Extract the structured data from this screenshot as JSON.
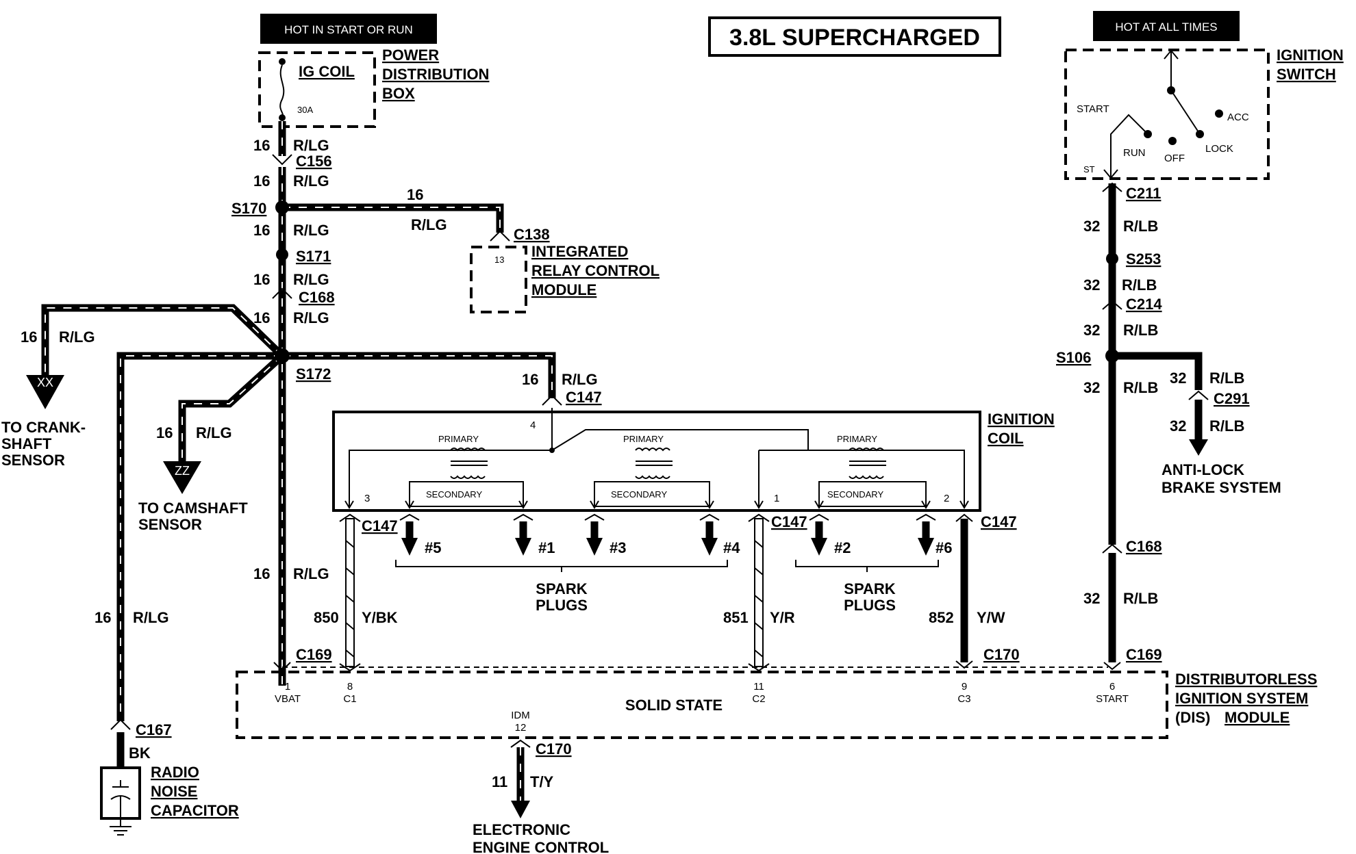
{
  "title": "3.8L SUPERCHARGED",
  "banners": {
    "hot_start_run": "HOT IN START OR RUN",
    "hot_all_times": "HOT AT ALL TIMES"
  },
  "pdb": {
    "fuse_label": "IG COIL",
    "fuse_rating": "30A",
    "name1": "POWER",
    "name2": "DISTRIBUTION",
    "name3": "BOX"
  },
  "ignition_switch": {
    "name1": "IGNITION",
    "name2": "SWITCH",
    "start": "START",
    "run": "RUN",
    "off": "OFF",
    "lock": "LOCK",
    "acc": "ACC",
    "st": "ST"
  },
  "irc": {
    "pin": "13",
    "name1": "INTEGRATED",
    "name2": "RELAY CONTROL",
    "name3": "MODULE"
  },
  "coil": {
    "name1": "IGNITION",
    "name2": "COIL",
    "primary": "PRIMARY",
    "secondary": "SECONDARY",
    "pin4": "4",
    "pin3": "3",
    "pin1": "1",
    "pin2": "2"
  },
  "plugs": {
    "p5": "#5",
    "p1": "#1",
    "p3": "#3",
    "p4": "#4",
    "p2": "#2",
    "p6": "#6",
    "label1": "SPARK",
    "label2": "PLUGS"
  },
  "module": {
    "name1": "DISTRIBUTORLESS",
    "name2": "IGNITION SYSTEM",
    "name3_pre": "(DIS)",
    "name3": "MODULE",
    "center": "SOLID STATE",
    "pin1_num": "1",
    "pin1_name": "VBAT",
    "pin8_num": "8",
    "pin8_name": "C1",
    "pin11_num": "11",
    "pin11_name": "C2",
    "pin9_num": "9",
    "pin9_name": "C3",
    "pin6_num": "6",
    "pin6_name": "START",
    "pin12_name": "IDM",
    "pin12_num": "12"
  },
  "connectors": {
    "c156": "C156",
    "c138": "C138",
    "c168": "C168",
    "c147": "C147",
    "c169": "C169",
    "c170": "C170",
    "c167": "C167",
    "c211": "C211",
    "c214": "C214",
    "c291": "C291"
  },
  "splices": {
    "s170": "S170",
    "s171": "S171",
    "s172": "S172",
    "s253": "S253",
    "s106": "S106"
  },
  "wires": {
    "w16": "16",
    "rlg": "R/LG",
    "w32": "32",
    "rlb": "R/LB",
    "w850": "850",
    "ybk": "Y/BK",
    "w851": "851",
    "yr": "Y/R",
    "w852": "852",
    "yw": "Y/W",
    "w11": "11",
    "ty": "T/Y",
    "bk": "BK"
  },
  "destinations": {
    "crank1": "TO CRANK-",
    "crank2": "SHAFT",
    "crank3": "SENSOR",
    "crank_tag": "XX",
    "cam1": "TO CAMSHAFT",
    "cam2": "SENSOR",
    "cam_tag": "ZZ",
    "abs1": "ANTI-LOCK",
    "abs2": "BRAKE SYSTEM",
    "eec1": "ELECTRONIC",
    "eec2": "ENGINE CONTROL",
    "cap1": "RADIO",
    "cap2": "NOISE",
    "cap3": "CAPACITOR"
  }
}
